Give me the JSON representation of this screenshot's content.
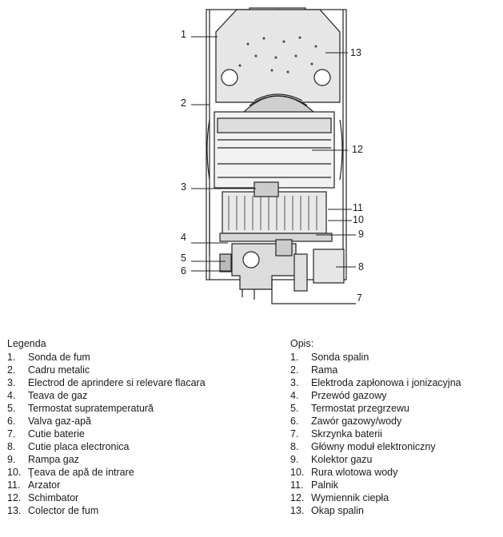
{
  "callouts": [
    "1",
    "2",
    "3",
    "4",
    "5",
    "6",
    "7",
    "8",
    "9",
    "10",
    "11",
    "12",
    "13"
  ],
  "legend_ro": {
    "title": "Legenda",
    "items": [
      {
        "num": "1.",
        "label": "Sonda de fum"
      },
      {
        "num": "2.",
        "label": "Cadru metalic"
      },
      {
        "num": "3.",
        "label": "Electrod de aprindere si relevare flacara"
      },
      {
        "num": "4.",
        "label": "Teava de gaz"
      },
      {
        "num": "5.",
        "label": "Termostat supratemperatură"
      },
      {
        "num": "6.",
        "label": "Valva gaz-apă"
      },
      {
        "num": "7.",
        "label": "Cutie baterie"
      },
      {
        "num": "8.",
        "label": "Cutie placa electronica"
      },
      {
        "num": "9.",
        "label": "Rampa gaz"
      },
      {
        "num": "10.",
        "label": "Ţeava de apă de intrare"
      },
      {
        "num": "11.",
        "label": "Arzator"
      },
      {
        "num": "12.",
        "label": "Schimbator"
      },
      {
        "num": "13.",
        "label": "Colector de fum"
      }
    ]
  },
  "legend_pl": {
    "title": "Opis:",
    "items": [
      {
        "num": "1.",
        "label": "Sonda spalin"
      },
      {
        "num": "2.",
        "label": "Rama"
      },
      {
        "num": "3.",
        "label": "Elektroda zapłonowa i jonizacyjna"
      },
      {
        "num": "4.",
        "label": "Przewód gazowy"
      },
      {
        "num": "5.",
        "label": "Termostat przegrzewu"
      },
      {
        "num": "6.",
        "label": "Zawór gazowy/wody"
      },
      {
        "num": "7.",
        "label": "Skrzynka baterii"
      },
      {
        "num": "8.",
        "label": "Główny moduł elektroniczny"
      },
      {
        "num": "9.",
        "label": "Kolektor gazu"
      },
      {
        "num": "10.",
        "label": "Rura wlotowa wody"
      },
      {
        "num": "11.",
        "label": "Palnik"
      },
      {
        "num": "12.",
        "label": "Wymiennik ciepła"
      },
      {
        "num": "13.",
        "label": "Okap spalin"
      }
    ]
  }
}
